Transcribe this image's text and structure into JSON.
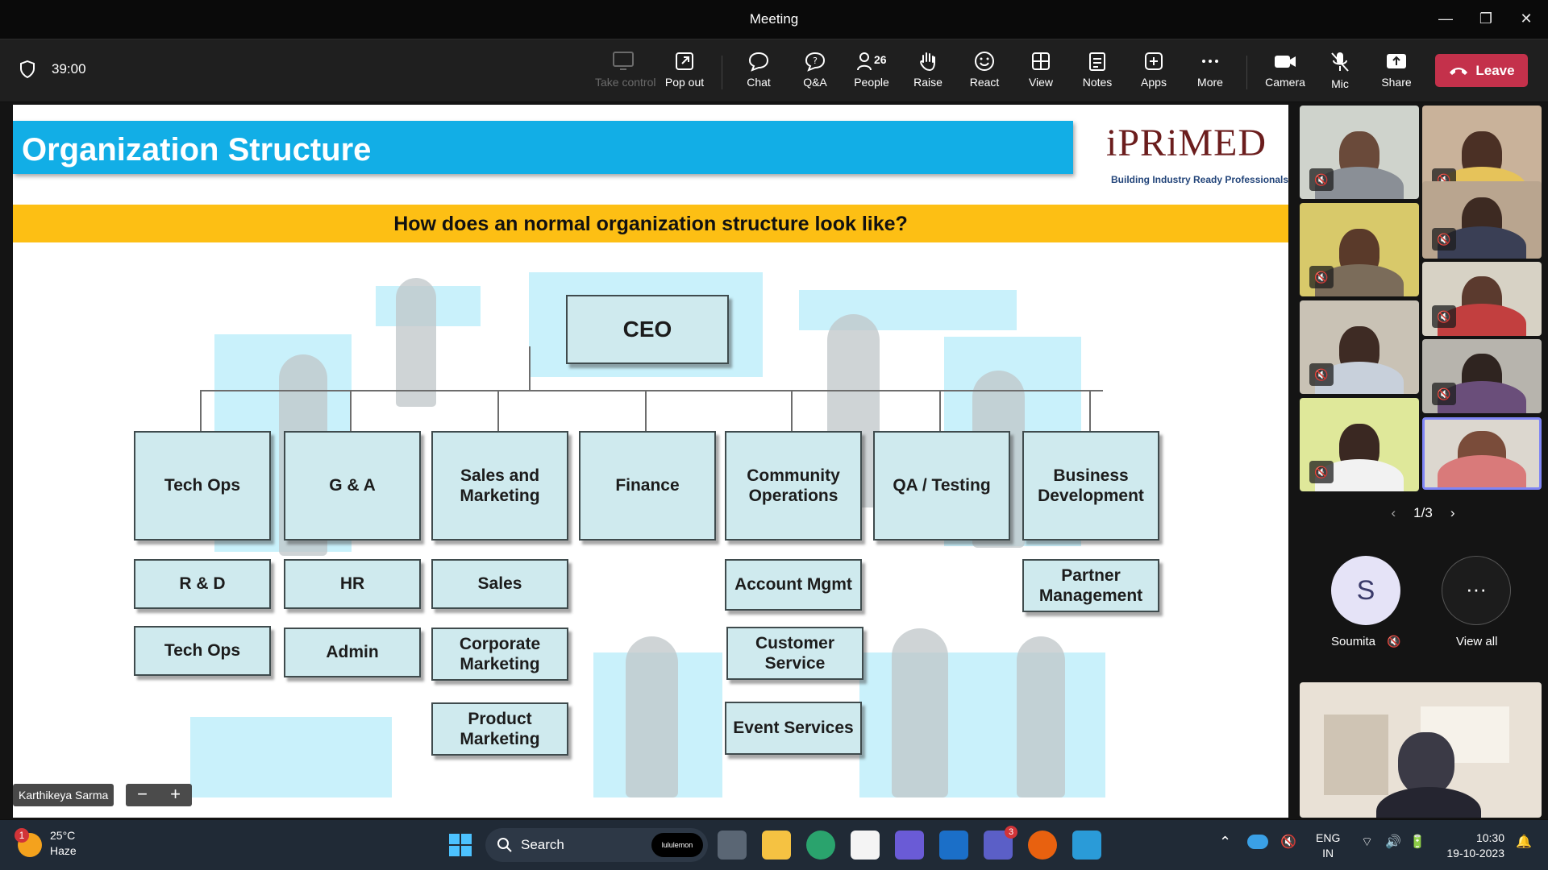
{
  "window": {
    "title": "Meeting",
    "minimize": "—",
    "restore": "❐",
    "close": "✕"
  },
  "toolbar": {
    "timer": "39:00",
    "buttons": {
      "take_control": "Take control",
      "pop_out": "Pop out",
      "chat": "Chat",
      "qa": "Q&A",
      "people": "People",
      "people_count": "26",
      "raise": "Raise",
      "react": "React",
      "view": "View",
      "notes": "Notes",
      "apps": "Apps",
      "more": "More",
      "camera": "Camera",
      "mic": "Mic",
      "share": "Share",
      "leave": "Leave"
    },
    "leave_color": "#c4314b"
  },
  "slide": {
    "title": "Organization Structure",
    "logo": "iPRiMED",
    "logo_tagline": "Building Industry Ready Professionals",
    "question": "How does an normal organization structure look like?",
    "colors": {
      "title_bar": "#12aee6",
      "question_bar": "#fdbf14",
      "box_fill": "#cfeaee"
    },
    "org": {
      "ceo": "CEO",
      "departments": [
        "Tech Ops",
        "G & A",
        "Sales and Marketing",
        "Finance",
        "Community Operations",
        "QA / Testing",
        "Business Development"
      ],
      "sub_units": {
        "tech_ops": [
          "R & D",
          "Tech Ops"
        ],
        "g_and_a": [
          "HR",
          "Admin"
        ],
        "sales_marketing": [
          "Sales",
          "Corporate Marketing",
          "Product Marketing"
        ],
        "community": [
          "Account Mgmt",
          "Customer Service",
          "Event Services"
        ],
        "business_dev": [
          "Partner Management"
        ]
      }
    }
  },
  "presenter": {
    "name": "Karthikeya Sarma",
    "zoom_out": "−",
    "zoom_in": "+"
  },
  "participants": {
    "page": "1/3",
    "prev": "‹",
    "next": "›",
    "soumita": {
      "initial": "S",
      "name": "Soumita"
    },
    "view_all": "View all",
    "more_dots": "···"
  },
  "taskbar": {
    "weather_temp": "25°C",
    "weather_desc": "Haze",
    "weather_badge": "1",
    "search": "Search",
    "search_pill": "lululemon",
    "teams_badge": "3",
    "lang_top": "ENG",
    "lang_bottom": "IN",
    "time": "10:30",
    "date": "19-10-2023"
  }
}
